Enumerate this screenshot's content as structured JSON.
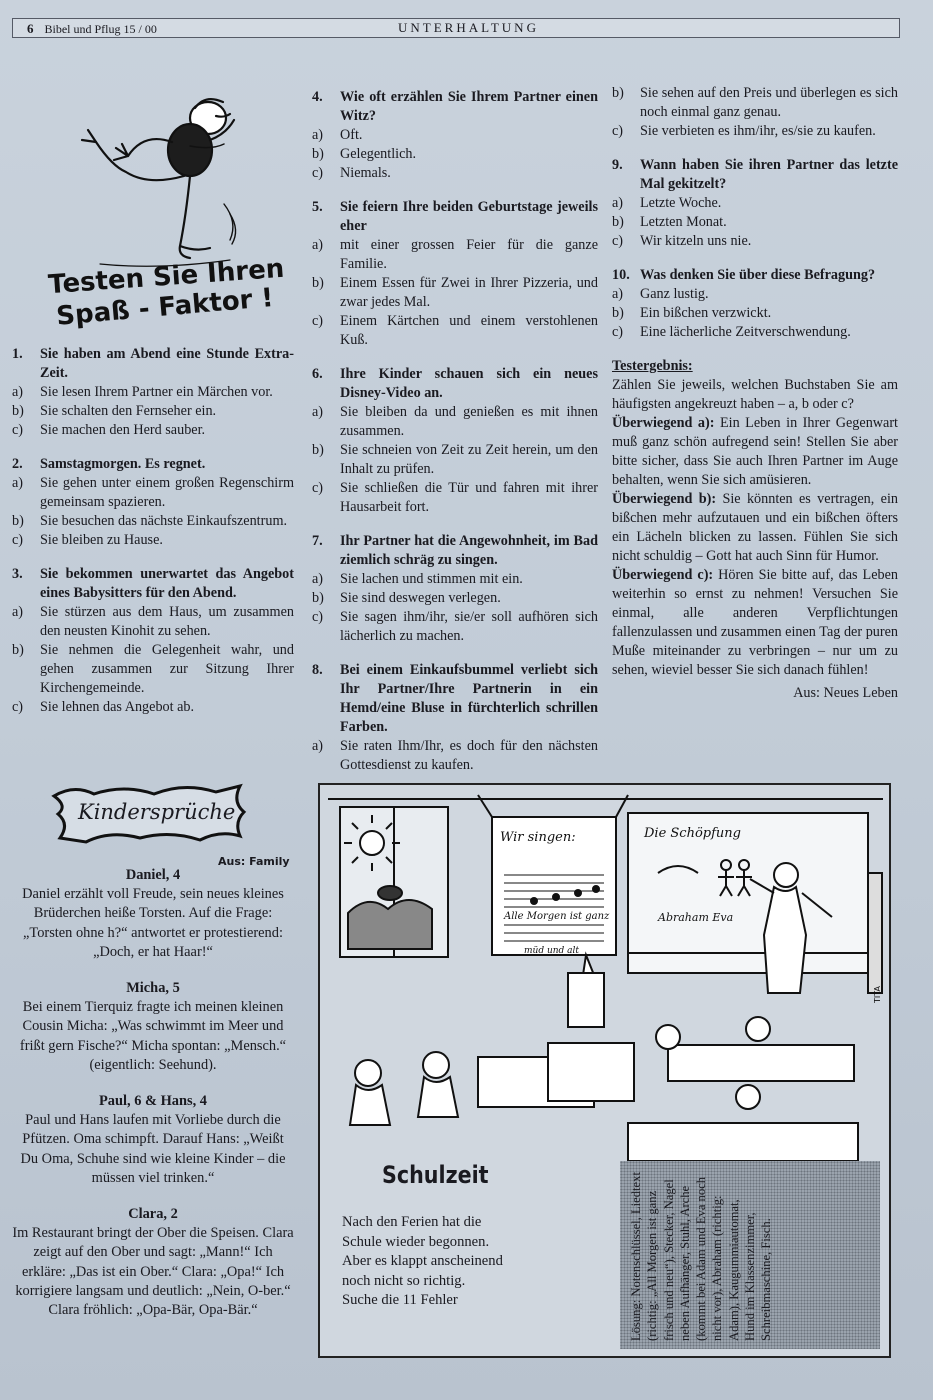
{
  "header": {
    "page_number": "6",
    "publication": "Bibel und Pflug 15 / 00",
    "section": "UNTERHALTUNG"
  },
  "quiz": {
    "title_line1": "Testen Sie Ihren",
    "title_line2": "Spaß - Faktor !",
    "questions": [
      {
        "num": "1.",
        "text": "Sie haben am Abend eine Stunde Extra-Zeit.",
        "options": [
          {
            "l": "a)",
            "t": "Sie lesen Ihrem Partner ein Märchen vor."
          },
          {
            "l": "b)",
            "t": "Sie schalten den Fernseher ein."
          },
          {
            "l": "c)",
            "t": "Sie machen den Herd sauber."
          }
        ]
      },
      {
        "num": "2.",
        "text": "Samstagmorgen. Es regnet.",
        "options": [
          {
            "l": "a)",
            "t": "Sie gehen unter einem großen Regenschirm gemeinsam spazieren."
          },
          {
            "l": "b)",
            "t": "Sie besuchen das nächste Einkaufszentrum."
          },
          {
            "l": "c)",
            "t": "Sie bleiben zu Hause."
          }
        ]
      },
      {
        "num": "3.",
        "text": "Sie bekommen unerwartet das Angebot eines Babysitters für den Abend.",
        "options": [
          {
            "l": "a)",
            "t": "Sie stürzen aus dem Haus, um zusammen den neusten Kinohit zu sehen."
          },
          {
            "l": "b)",
            "t": "Sie nehmen die Gelegenheit wahr, und gehen zusammen zur Sitzung Ihrer Kirchengemeinde."
          },
          {
            "l": "c)",
            "t": "Sie lehnen das Angebot ab."
          }
        ]
      },
      {
        "num": "4.",
        "text": "Wie oft erzählen Sie Ihrem Partner einen Witz?",
        "options": [
          {
            "l": "a)",
            "t": "Oft."
          },
          {
            "l": "b)",
            "t": "Gelegentlich."
          },
          {
            "l": "c)",
            "t": "Niemals."
          }
        ]
      },
      {
        "num": "5.",
        "text": "Sie feiern Ihre beiden Geburtstage jeweils eher",
        "options": [
          {
            "l": "a)",
            "t": "mit einer grossen Feier für die ganze Familie."
          },
          {
            "l": "b)",
            "t": "Einem Essen für Zwei in Ihrer Pizzeria, und zwar jedes Mal."
          },
          {
            "l": "c)",
            "t": "Einem Kärtchen und einem verstohlenen Kuß."
          }
        ]
      },
      {
        "num": "6.",
        "text": "Ihre Kinder schauen sich ein neues Disney-Video an.",
        "options": [
          {
            "l": "a)",
            "t": "Sie bleiben da und genießen es mit ihnen zusammen."
          },
          {
            "l": "b)",
            "t": "Sie schneien von Zeit zu Zeit herein, um den Inhalt zu prüfen."
          },
          {
            "l": "c)",
            "t": "Sie schließen die Tür und fahren mit ihrer Hausarbeit fort."
          }
        ]
      },
      {
        "num": "7.",
        "text": "Ihr Partner hat die Angewohnheit, im Bad ziemlich schräg zu singen.",
        "options": [
          {
            "l": "a)",
            "t": "Sie lachen und stimmen mit ein."
          },
          {
            "l": "b)",
            "t": "Sie sind deswegen verlegen."
          },
          {
            "l": "c)",
            "t": "Sie sagen ihm/ihr, sie/er soll aufhören sich lächerlich zu machen."
          }
        ]
      },
      {
        "num": "8.",
        "text": "Bei einem Einkaufsbummel verliebt sich Ihr Partner/Ihre Partnerin in ein Hemd/eine Bluse in fürchterlich schrillen Farben.",
        "options": [
          {
            "l": "a)",
            "t": "Sie raten Ihm/Ihr, es doch für den nächsten Gottesdienst zu kaufen."
          },
          {
            "l": "b)",
            "t": "Sie sehen auf den Preis und überlegen es sich noch einmal ganz genau."
          },
          {
            "l": "c)",
            "t": "Sie verbieten es ihm/ihr, es/sie zu kaufen."
          }
        ]
      },
      {
        "num": "9.",
        "text": "Wann haben Sie ihren Partner das letzte Mal gekitzelt?",
        "options": [
          {
            "l": "a)",
            "t": "Letzte Woche."
          },
          {
            "l": "b)",
            "t": "Letzten Monat."
          },
          {
            "l": "c)",
            "t": "Wir kitzeln uns nie."
          }
        ]
      },
      {
        "num": "10.",
        "text": "Was denken Sie über diese Befragung?",
        "options": [
          {
            "l": "a)",
            "t": "Ganz lustig."
          },
          {
            "l": "b)",
            "t": "Ein bißchen verzwickt."
          },
          {
            "l": "c)",
            "t": "Eine lächerliche Zeitverschwendung."
          }
        ]
      }
    ],
    "result": {
      "heading": "Testergebnis:",
      "intro": "Zählen Sie jeweils, welchen Buchstaben Sie am häufigsten angekreuzt haben – a, b oder c?",
      "a_label": "Überwiegend a):",
      "a_text": " Ein Leben in Ihrer Gegenwart muß ganz schön aufregend sein! Stellen Sie aber bitte sicher, dass Sie auch Ihren Partner im Auge behalten, wenn Sie sich amüsieren.",
      "b_label": "Überwiegend b):",
      "b_text": " Sie könnten es vertragen, ein bißchen mehr aufzutauen und ein bißchen öfters ein Lächeln blicken zu lassen. Fühlen Sie sich nicht schuldig – Gott hat auch Sinn für Humor.",
      "c_label": "Überwiegend c):",
      "c_text": " Hören Sie bitte auf, das Leben weiterhin so ernst zu nehmen! Versuchen Sie einmal, alle anderen Verpflichtungen fallenzulassen und zusammen einen Tag der puren Muße miteinander zu verbringen – nur um zu sehen, wieviel besser Sie sich danach fühlen!",
      "source": "Aus: Neues Leben"
    }
  },
  "kindersprueche": {
    "title": "Kindersprüche",
    "source": "Aus: Family",
    "entries": [
      {
        "name": "Daniel, 4",
        "text": "Daniel erzählt voll Freude, sein neues kleines Brüderchen heiße Torsten. Auf die Frage: „Torsten ohne h?“ antwortet er protestierend: „Doch, er hat Haar!“"
      },
      {
        "name": "Micha, 5",
        "text": "Bei einem Tierquiz fragte ich meinen kleinen Cousin Micha: „Was schwimmt im Meer und frißt gern Fische?“ Micha spontan: „Mensch.“ (eigentlich: Seehund)."
      },
      {
        "name": "Paul, 6 & Hans, 4",
        "text": "Paul und Hans laufen mit Vorliebe durch die Pfützen. Oma schimpft. Darauf Hans: „Weißt Du Oma, Schuhe sind wie kleine Kinder – die müssen viel trinken.“"
      },
      {
        "name": "Clara, 2",
        "text": "Im Restaurant bringt der Ober die Speisen. Clara zeigt auf den Ober und sagt: „Mann!“ Ich erkläre: „Das ist ein Ober.“ Clara: „Opa!“ Ich korrigiere langsam und deutlich: „Nein, O-ber.“ Clara fröhlich: „Opa-Bär, Opa-Bär.“"
      }
    ]
  },
  "schulzeit": {
    "title": "Schulzeit",
    "text_lines": [
      "Nach den Ferien hat die",
      "Schule wieder begonnen.",
      "Aber es klappt anscheinend",
      "noch nicht so richtig.",
      "Suche die 11 Fehler"
    ],
    "cartoon": {
      "board1": "Wir singen:",
      "song": "Alle Morgen ist ganz",
      "song2": "müd und alt",
      "board2": "Die Schöpfung",
      "board2_names": "Abraham Eva",
      "signature": "TITA"
    },
    "solution": "Lösung: Notenschlüssel, Liedtext (richtig: „All Morgen ist ganz frisch und neu“), Stecker, Nagel neben Aufhänger, Stuhl, Arche (kommt bei Adam und Eva noch nicht vor), Abraham (richtig: Adam), Kaugummiautomat, Hund im Klassenzimmer, Schreibmaschine, Fisch."
  }
}
